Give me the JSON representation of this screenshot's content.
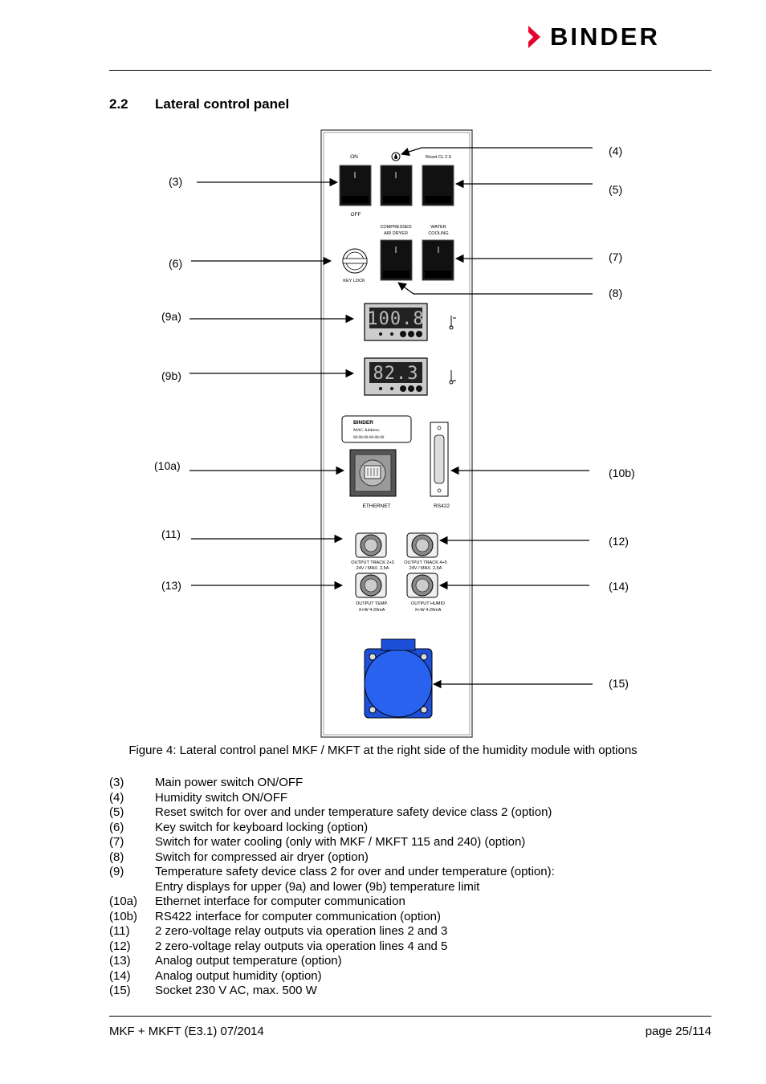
{
  "header": {
    "brand": "BINDER"
  },
  "section": {
    "number": "2.2",
    "title": "Lateral control panel"
  },
  "figure": {
    "callouts": {
      "c3": "(3)",
      "c4": "(4)",
      "c5": "(5)",
      "c6": "(6)",
      "c7": "(7)",
      "c8": "(8)",
      "c9a": "(9a)",
      "c9b": "(9b)",
      "c10a": "(10a)",
      "c10b": "(10b)",
      "c11": "(11)",
      "c12": "(12)",
      "c13": "(13)",
      "c14": "(14)",
      "c15": "(15)"
    },
    "panel_text": {
      "on": "ON",
      "off": "OFF",
      "reset": "Reset CL 2.0",
      "compressed": "COMPRESSED",
      "air_dryer": "AIR DRYER",
      "water": "WATER",
      "cooling": "COOLING",
      "key_lock": "KEY LOCK",
      "display_a": "100.8",
      "display_b": "82.3",
      "mac_brand": "BINDER",
      "mac_label": "MAC Address:",
      "mac_value": "00-00-00-00-00-00",
      "ethernet": "ETHERNET",
      "rs422": "RS422",
      "track23": "OUTPUT TRACK 2+3",
      "track45": "OUTPUT TRACK 4+5",
      "max_a": "24V / MAX. 2,5A",
      "max_b": "24V / MAX. 2,5A",
      "temp": "OUTPUT TEMP.",
      "humid": "OUTPUT HUMID",
      "range_a": "X+W 4-20mA",
      "range_b": "X+W 4-20mA"
    },
    "caption": "Figure 4: Lateral control panel MKF / MKFT at the right side of the humidity module with options"
  },
  "legend": [
    {
      "key": "(3)",
      "text": "Main power switch ON/OFF"
    },
    {
      "key": "(4)",
      "text": "Humidity switch ON/OFF"
    },
    {
      "key": "(5)",
      "text": "Reset switch for over and under temperature safety device class 2 (option)"
    },
    {
      "key": "(6)",
      "text": "Key switch for keyboard locking (option)"
    },
    {
      "key": "(7)",
      "text": "Switch for water cooling (only with MKF / MKFT 115 and 240) (option)"
    },
    {
      "key": "(8)",
      "text": "Switch for compressed air dryer (option)"
    },
    {
      "key": "(9)",
      "text": "Temperature safety device class 2 for over and under temperature (option):"
    },
    {
      "key": "",
      "text": "Entry displays for upper (9a) and lower (9b) temperature limit"
    },
    {
      "key": "(10a)",
      "text": "Ethernet interface for computer communication"
    },
    {
      "key": "(10b)",
      "text": "RS422 interface for computer communication (option)"
    },
    {
      "key": "(11)",
      "text": "2 zero-voltage relay outputs via operation lines 2 and 3"
    },
    {
      "key": "(12)",
      "text": "2 zero-voltage relay outputs via operation lines 4 and 5"
    },
    {
      "key": "(13)",
      "text": "Analog output temperature (option)"
    },
    {
      "key": "(14)",
      "text": "Analog output humidity (option)"
    },
    {
      "key": "(15)",
      "text": "Socket 230 V AC, max. 500 W"
    }
  ],
  "footer": {
    "left": "MKF + MKFT (E3.1) 07/2014",
    "right": "page 25/114"
  },
  "colors": {
    "brand_red": "#e4032e",
    "socket_blue": "#1d4fd8"
  }
}
